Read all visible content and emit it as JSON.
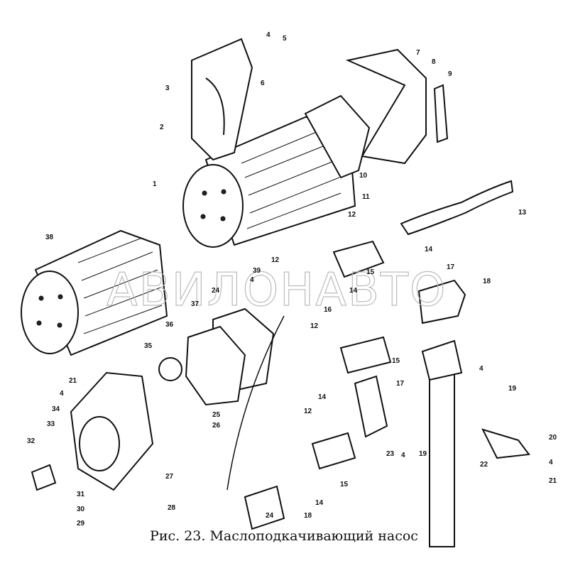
{
  "figure": {
    "caption": "Рис. 23. Маслоподкачивающий насос",
    "watermark": "АВИЛОНАВТО"
  },
  "callouts": [
    "1",
    "2",
    "3",
    "4",
    "5",
    "6",
    "7",
    "8",
    "9",
    "10",
    "11",
    "12",
    "13",
    "14",
    "15",
    "16",
    "17",
    "18",
    "39",
    "4",
    "24",
    "12",
    "14",
    "37",
    "36",
    "35",
    "12",
    "15",
    "17",
    "14",
    "4",
    "19",
    "38",
    "21",
    "4",
    "34",
    "33",
    "32",
    "25",
    "26",
    "27",
    "31",
    "30",
    "29",
    "28",
    "12",
    "15",
    "14",
    "24",
    "18",
    "23",
    "4",
    "19",
    "22",
    "20",
    "4",
    "21"
  ]
}
